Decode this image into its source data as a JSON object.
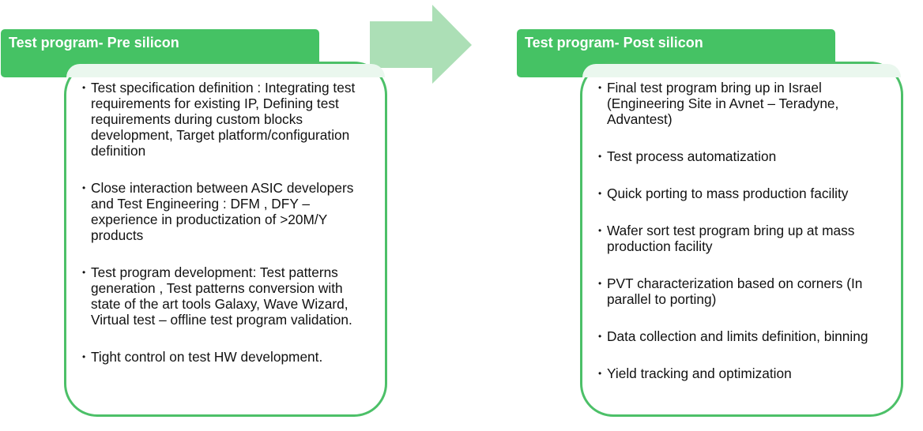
{
  "diagram": {
    "arrow_color": "#acdfb6",
    "header_color": "#45c264",
    "border_color": "#4cc068",
    "left": {
      "title": "Test program- Pre silicon",
      "items": [
        "Test specification definition : Integrating test requirements for existing IP, Defining test requirements during custom blocks development, Target platform/configuration definition",
        "Close interaction between ASIC developers and Test Engineering : DFM , DFY – experience in productization of >20M/Y products",
        "Test program development: Test patterns generation , Test patterns conversion with state of the art tools Galaxy, Wave Wizard, Virtual test – offline test program validation.",
        "Tight control on test HW development."
      ]
    },
    "right": {
      "title": "Test program- Post silicon",
      "items": [
        "Final test program bring up in Israel (Engineering Site in Avnet – Teradyne, Advantest)",
        "Test process automatization",
        "Quick porting to mass production facility",
        "Wafer sort test program bring up at mass production facility",
        "PVT characterization based on corners (In parallel to porting)",
        "Data collection and limits definition, binning",
        "Yield tracking and optimization"
      ]
    },
    "bullet_glyph": "•"
  }
}
